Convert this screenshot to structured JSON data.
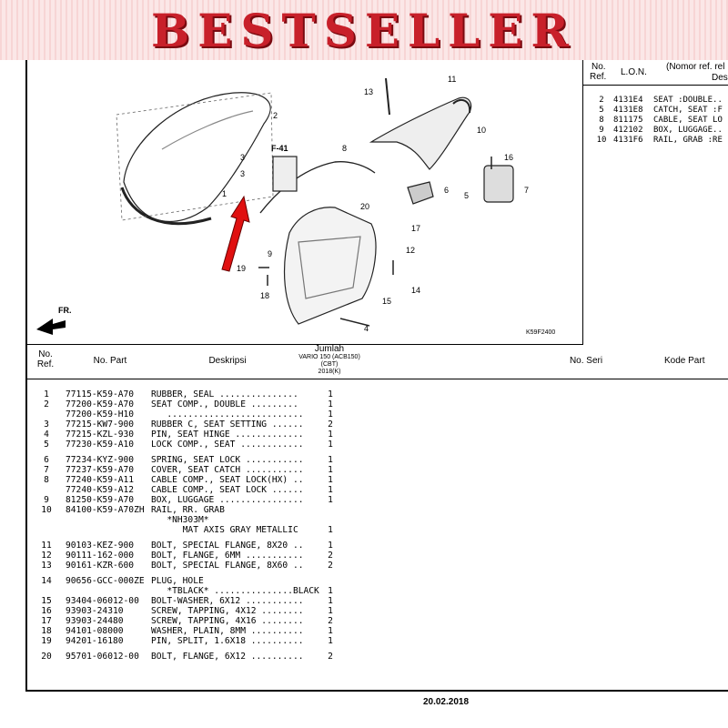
{
  "banner": {
    "text": "BESTSELLER"
  },
  "diagram": {
    "code": "K59F2400",
    "frame_label": "F-41",
    "front_label": "FR.",
    "callouts": [
      "1",
      "2",
      "3",
      "3",
      "4",
      "5",
      "6",
      "7",
      "8",
      "9",
      "10",
      "11",
      "12",
      "13",
      "14",
      "15",
      "16",
      "17",
      "18",
      "19",
      "20"
    ]
  },
  "ref_table": {
    "col_no": "No.",
    "col_ref": "Ref.",
    "col_lon": "L.O.N.",
    "col_nomor": "(Nomor ref. rel",
    "col_des": "Des",
    "rows": [
      {
        "no": "2",
        "lon": "4131E4",
        "desc": "SEAT :DOUBLE.."
      },
      {
        "no": "5",
        "lon": "4131E8",
        "desc": "CATCH, SEAT :F"
      },
      {
        "no": "8",
        "lon": "811175",
        "desc": "CABLE, SEAT LO"
      },
      {
        "no": "9",
        "lon": "412102",
        "desc": "BOX, LUGGAGE.."
      },
      {
        "no": "10",
        "lon": "4131F6",
        "desc": "RAIL, GRAB :RE"
      }
    ]
  },
  "parts_table": {
    "col_no": "No.",
    "col_ref": "Ref.",
    "col_part": "No. Part",
    "col_desc": "Deskripsi",
    "col_qty": "Jumlah",
    "col_model": "VARIO 150 (ACB150)",
    "col_model2": "(CBT)",
    "col_year": "2018(K)",
    "col_seri": "No. Seri",
    "col_kode": "Kode Part",
    "rows": [
      {
        "ref": "1",
        "part": "77115-K59-A70",
        "desc": "RUBBER, SEAL ...............",
        "qty": "1"
      },
      {
        "ref": "2",
        "part": "77200-K59-A70",
        "desc": "SEAT COMP., DOUBLE .........",
        "qty": "1"
      },
      {
        "ref": "",
        "part": "77200-K59-H10",
        "desc": "   ..........................",
        "qty": "1"
      },
      {
        "ref": "3",
        "part": "77215-KW7-900",
        "desc": "RUBBER C, SEAT SETTING ......",
        "qty": "2"
      },
      {
        "ref": "4",
        "part": "77215-KZL-930",
        "desc": "PIN, SEAT HINGE .............",
        "qty": "1"
      },
      {
        "ref": "5",
        "part": "77230-K59-A10",
        "desc": "LOCK COMP., SEAT ............",
        "qty": "1"
      },
      {
        "ref": "6",
        "part": "77234-KYZ-900",
        "desc": "SPRING, SEAT LOCK ...........",
        "qty": "1"
      },
      {
        "ref": "7",
        "part": "77237-K59-A70",
        "desc": "COVER, SEAT CATCH ...........",
        "qty": "1"
      },
      {
        "ref": "8",
        "part": "77240-K59-A11",
        "desc": "CABLE COMP., SEAT LOCK(HX) ..",
        "qty": "1"
      },
      {
        "ref": "",
        "part": "77240-K59-A12",
        "desc": "CABLE COMP., SEAT LOCK ......",
        "qty": "1"
      },
      {
        "ref": "9",
        "part": "81250-K59-A70",
        "desc": "BOX, LUGGAGE ................",
        "qty": "1"
      },
      {
        "ref": "10",
        "part": "84100-K59-A70ZH",
        "desc": "RAIL, RR. GRAB",
        "qty": ""
      },
      {
        "ref": "",
        "part": "",
        "desc": "   *NH303M*",
        "qty": ""
      },
      {
        "ref": "",
        "part": "",
        "desc": "      MAT AXIS GRAY METALLIC",
        "qty": "1"
      },
      {
        "ref": "11",
        "part": "90103-KEZ-900",
        "desc": "BOLT, SPECIAL FLANGE, 8X20 ..",
        "qty": "1"
      },
      {
        "ref": "12",
        "part": "90111-162-000",
        "desc": "BOLT, FLANGE, 6MM ...........",
        "qty": "2"
      },
      {
        "ref": "13",
        "part": "90161-KZR-600",
        "desc": "BOLT, SPECIAL FLANGE, 8X60 ..",
        "qty": "2"
      },
      {
        "ref": "14",
        "part": "90656-GCC-000ZE",
        "desc": "PLUG, HOLE",
        "qty": ""
      },
      {
        "ref": "",
        "part": "",
        "desc": "   *TBLACK* ...............BLACK",
        "qty": "1"
      },
      {
        "ref": "15",
        "part": "93404-06012-00",
        "desc": "BOLT-WASHER, 6X12 ...........",
        "qty": "1"
      },
      {
        "ref": "16",
        "part": "93903-24310",
        "desc": "SCREW, TAPPING, 4X12 ........",
        "qty": "1"
      },
      {
        "ref": "17",
        "part": "93903-24480",
        "desc": "SCREW, TAPPING, 4X16 ........",
        "qty": "2"
      },
      {
        "ref": "18",
        "part": "94101-08000",
        "desc": "WASHER, PLAIN, 8MM ..........",
        "qty": "1"
      },
      {
        "ref": "19",
        "part": "94201-16180",
        "desc": "PIN, SPLIT, 1.6X18 ..........",
        "qty": "1"
      },
      {
        "ref": "20",
        "part": "95701-06012-00",
        "desc": "BOLT, FLANGE, 6X12 ..........",
        "qty": "2"
      }
    ]
  },
  "footer": {
    "date": "20.02.2018"
  },
  "colors": {
    "banner_red": "#c8202a",
    "arrow_red": "#e01010"
  }
}
